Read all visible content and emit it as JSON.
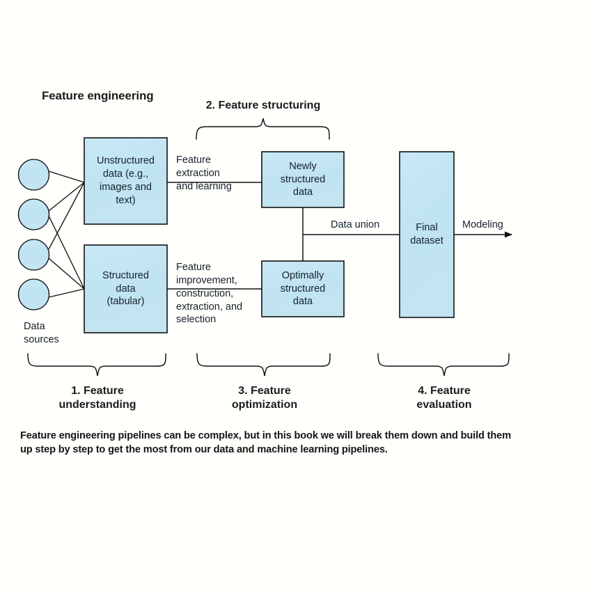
{
  "figure": {
    "title": "Feature engineering",
    "caption": "Feature engineering pipelines can be complex, but in this book we will break them down and build them up step by step to get the most from our data and machine learning pipelines.",
    "background_color": "#fffffc",
    "node_fill_color": "#bfe3f2",
    "node_stroke_color": "#1a1a1a",
    "text_color": "#15212b"
  },
  "nodes": {
    "data_sources_label": "Data\nsources",
    "unstructured": "Unstructured data (e.g., images and text)",
    "structured": "Structured data (tabular)",
    "newly_structured": "Newly structured data",
    "optimally_structured": "Optimally structured data",
    "final_dataset": "Final dataset"
  },
  "node_lines": {
    "unstructured": [
      "Unstructured",
      "data (e.g.,",
      "images and",
      "text)"
    ],
    "structured": [
      "Structured",
      "data",
      "(tabular)"
    ],
    "newly_structured": [
      "Newly",
      "structured",
      "data"
    ],
    "optimally_structured": [
      "Optimally",
      "structured",
      "data"
    ],
    "final_dataset": [
      "Final",
      "dataset"
    ]
  },
  "edge_labels": {
    "feature_extraction": [
      "Feature",
      "extraction",
      "and learning"
    ],
    "feature_improvement": [
      "Feature",
      "improvement,",
      "construction,",
      "extraction, and",
      "selection"
    ],
    "data_union": "Data union",
    "modeling": "Modeling"
  },
  "data_sources": {
    "label_lines": [
      "Data",
      "sources"
    ],
    "count": 4
  },
  "stages": [
    {
      "id": "stage-1",
      "lines": [
        "1. Feature",
        "understanding"
      ],
      "brace": "bottom"
    },
    {
      "id": "stage-2",
      "lines": [
        "2. Feature structuring"
      ],
      "brace": "top"
    },
    {
      "id": "stage-3",
      "lines": [
        "3. Feature",
        "optimization"
      ],
      "brace": "bottom"
    },
    {
      "id": "stage-4",
      "lines": [
        "4. Feature",
        "evaluation"
      ],
      "brace": "bottom"
    }
  ]
}
